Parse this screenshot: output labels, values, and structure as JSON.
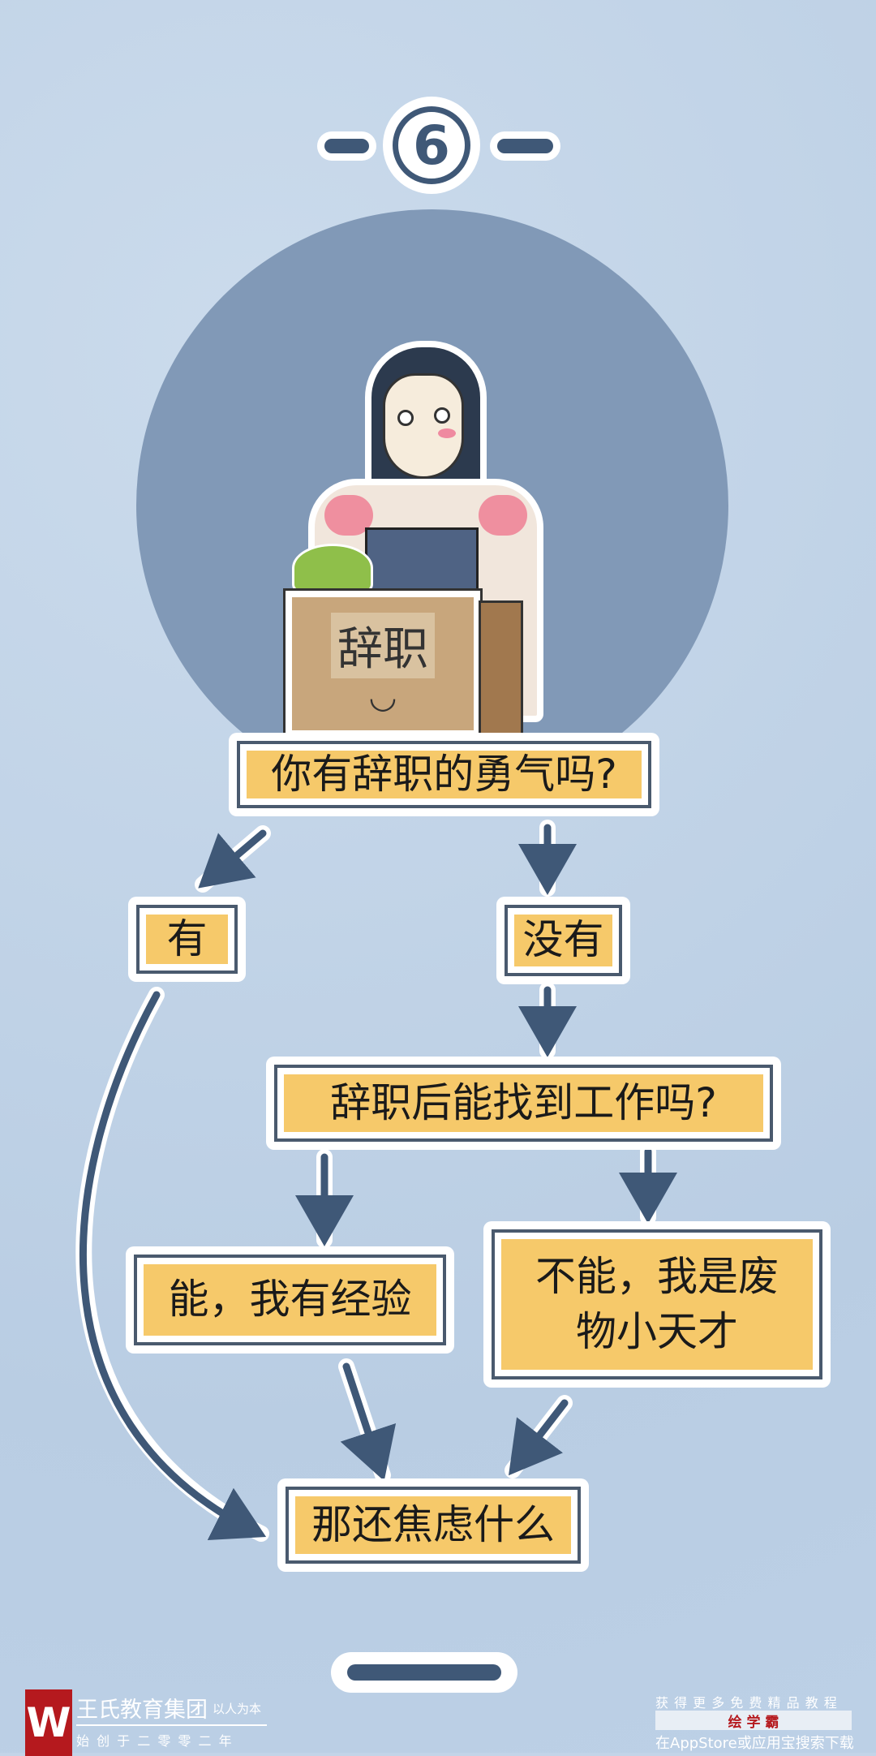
{
  "header": {
    "number": "6"
  },
  "illustration": {
    "box_label": "辞职"
  },
  "flow": {
    "q1": "你有辞职的勇气吗?",
    "yes": "有",
    "no": "没有",
    "q2": "辞职后能找到工作吗?",
    "can": "能，我有经验",
    "cannot": "不能，我是废物小天才",
    "result": "那还焦虑什么"
  },
  "footer": {
    "brand_name": "王氏教育集团",
    "brand_slogan": "以人为本",
    "brand_founded": "始 创 于 二 零 零 二 年",
    "promo_top": "获 得 更 多 免 费 精 品 教 程",
    "promo_app": "绘 学 霸",
    "promo_bottom": "在AppStore或应用宝搜索下载"
  },
  "colors": {
    "accent": "#f6c96a",
    "ink": "#3f5877",
    "circle": "#8199b7",
    "brand_red": "#b5191e"
  }
}
